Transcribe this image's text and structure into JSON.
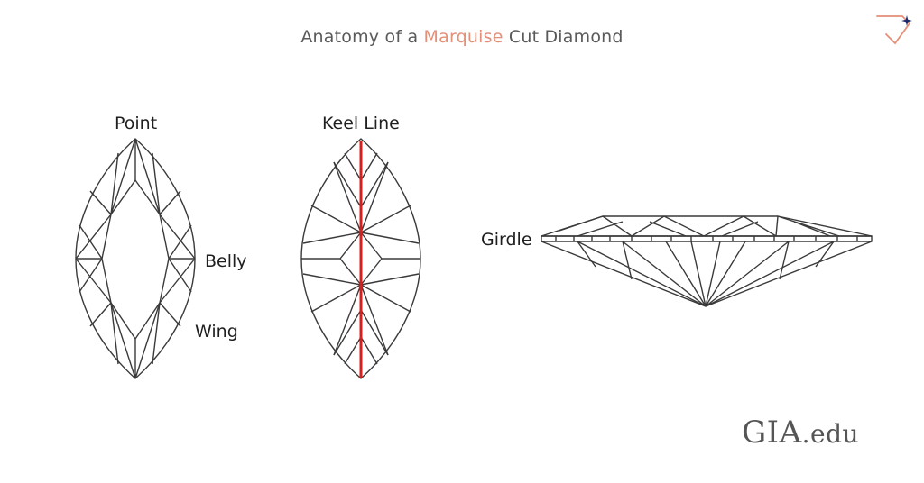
{
  "title": {
    "part1": "Anatomy of a ",
    "highlight": "Marquise",
    "part2": " Cut Diamond"
  },
  "labels": {
    "point": "Point",
    "belly": "Belly",
    "wing": "Wing",
    "keel_line": "Keel Line",
    "girdle": "Girdle"
  },
  "brand": {
    "name": "GIA",
    "suffix": ".edu"
  },
  "colors": {
    "accent": "#e48f77",
    "keel": "#d81e1e",
    "outline": "#3a3a3a",
    "logo_star": "#1c2a6b"
  },
  "icons": {
    "logo": "gia-diamond-logo-icon"
  }
}
